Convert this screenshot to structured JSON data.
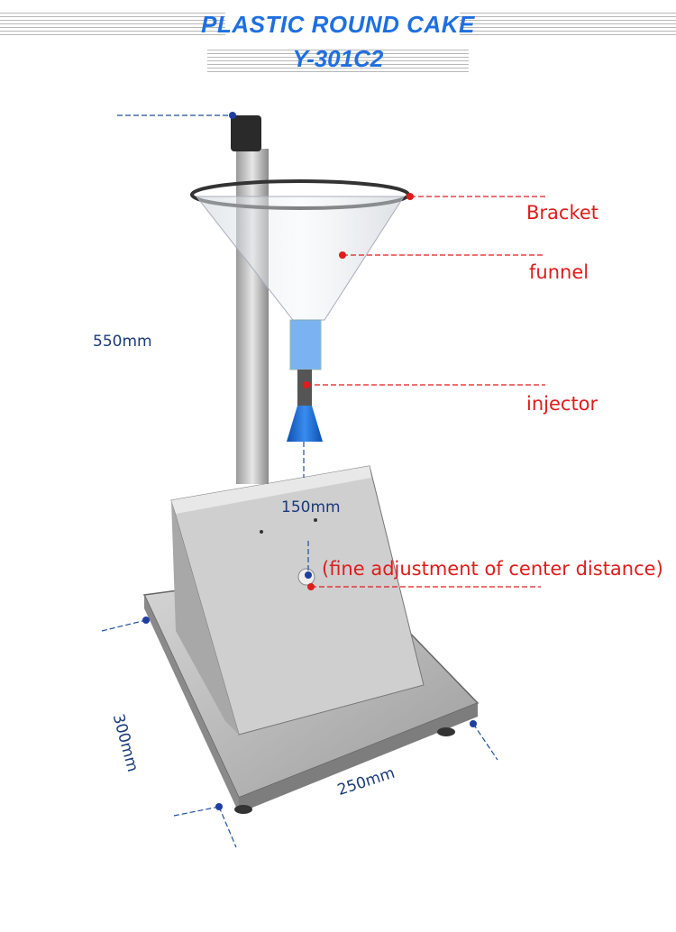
{
  "title": {
    "line1": "PLASTIC ROUND CAKE",
    "line2": "Y-301C2"
  },
  "labels": {
    "bracket": "Bracket",
    "funnel": "funnel",
    "injector": "injector",
    "adjustment": "(fine adjustment of center distance)"
  },
  "dimensions": {
    "height": "550mm",
    "center": "150mm",
    "depth": "300mm",
    "width": "250mm"
  },
  "colors": {
    "title": "#1e6fe0",
    "callout": "#e01c1c",
    "dimension": "#1a3a7a"
  }
}
